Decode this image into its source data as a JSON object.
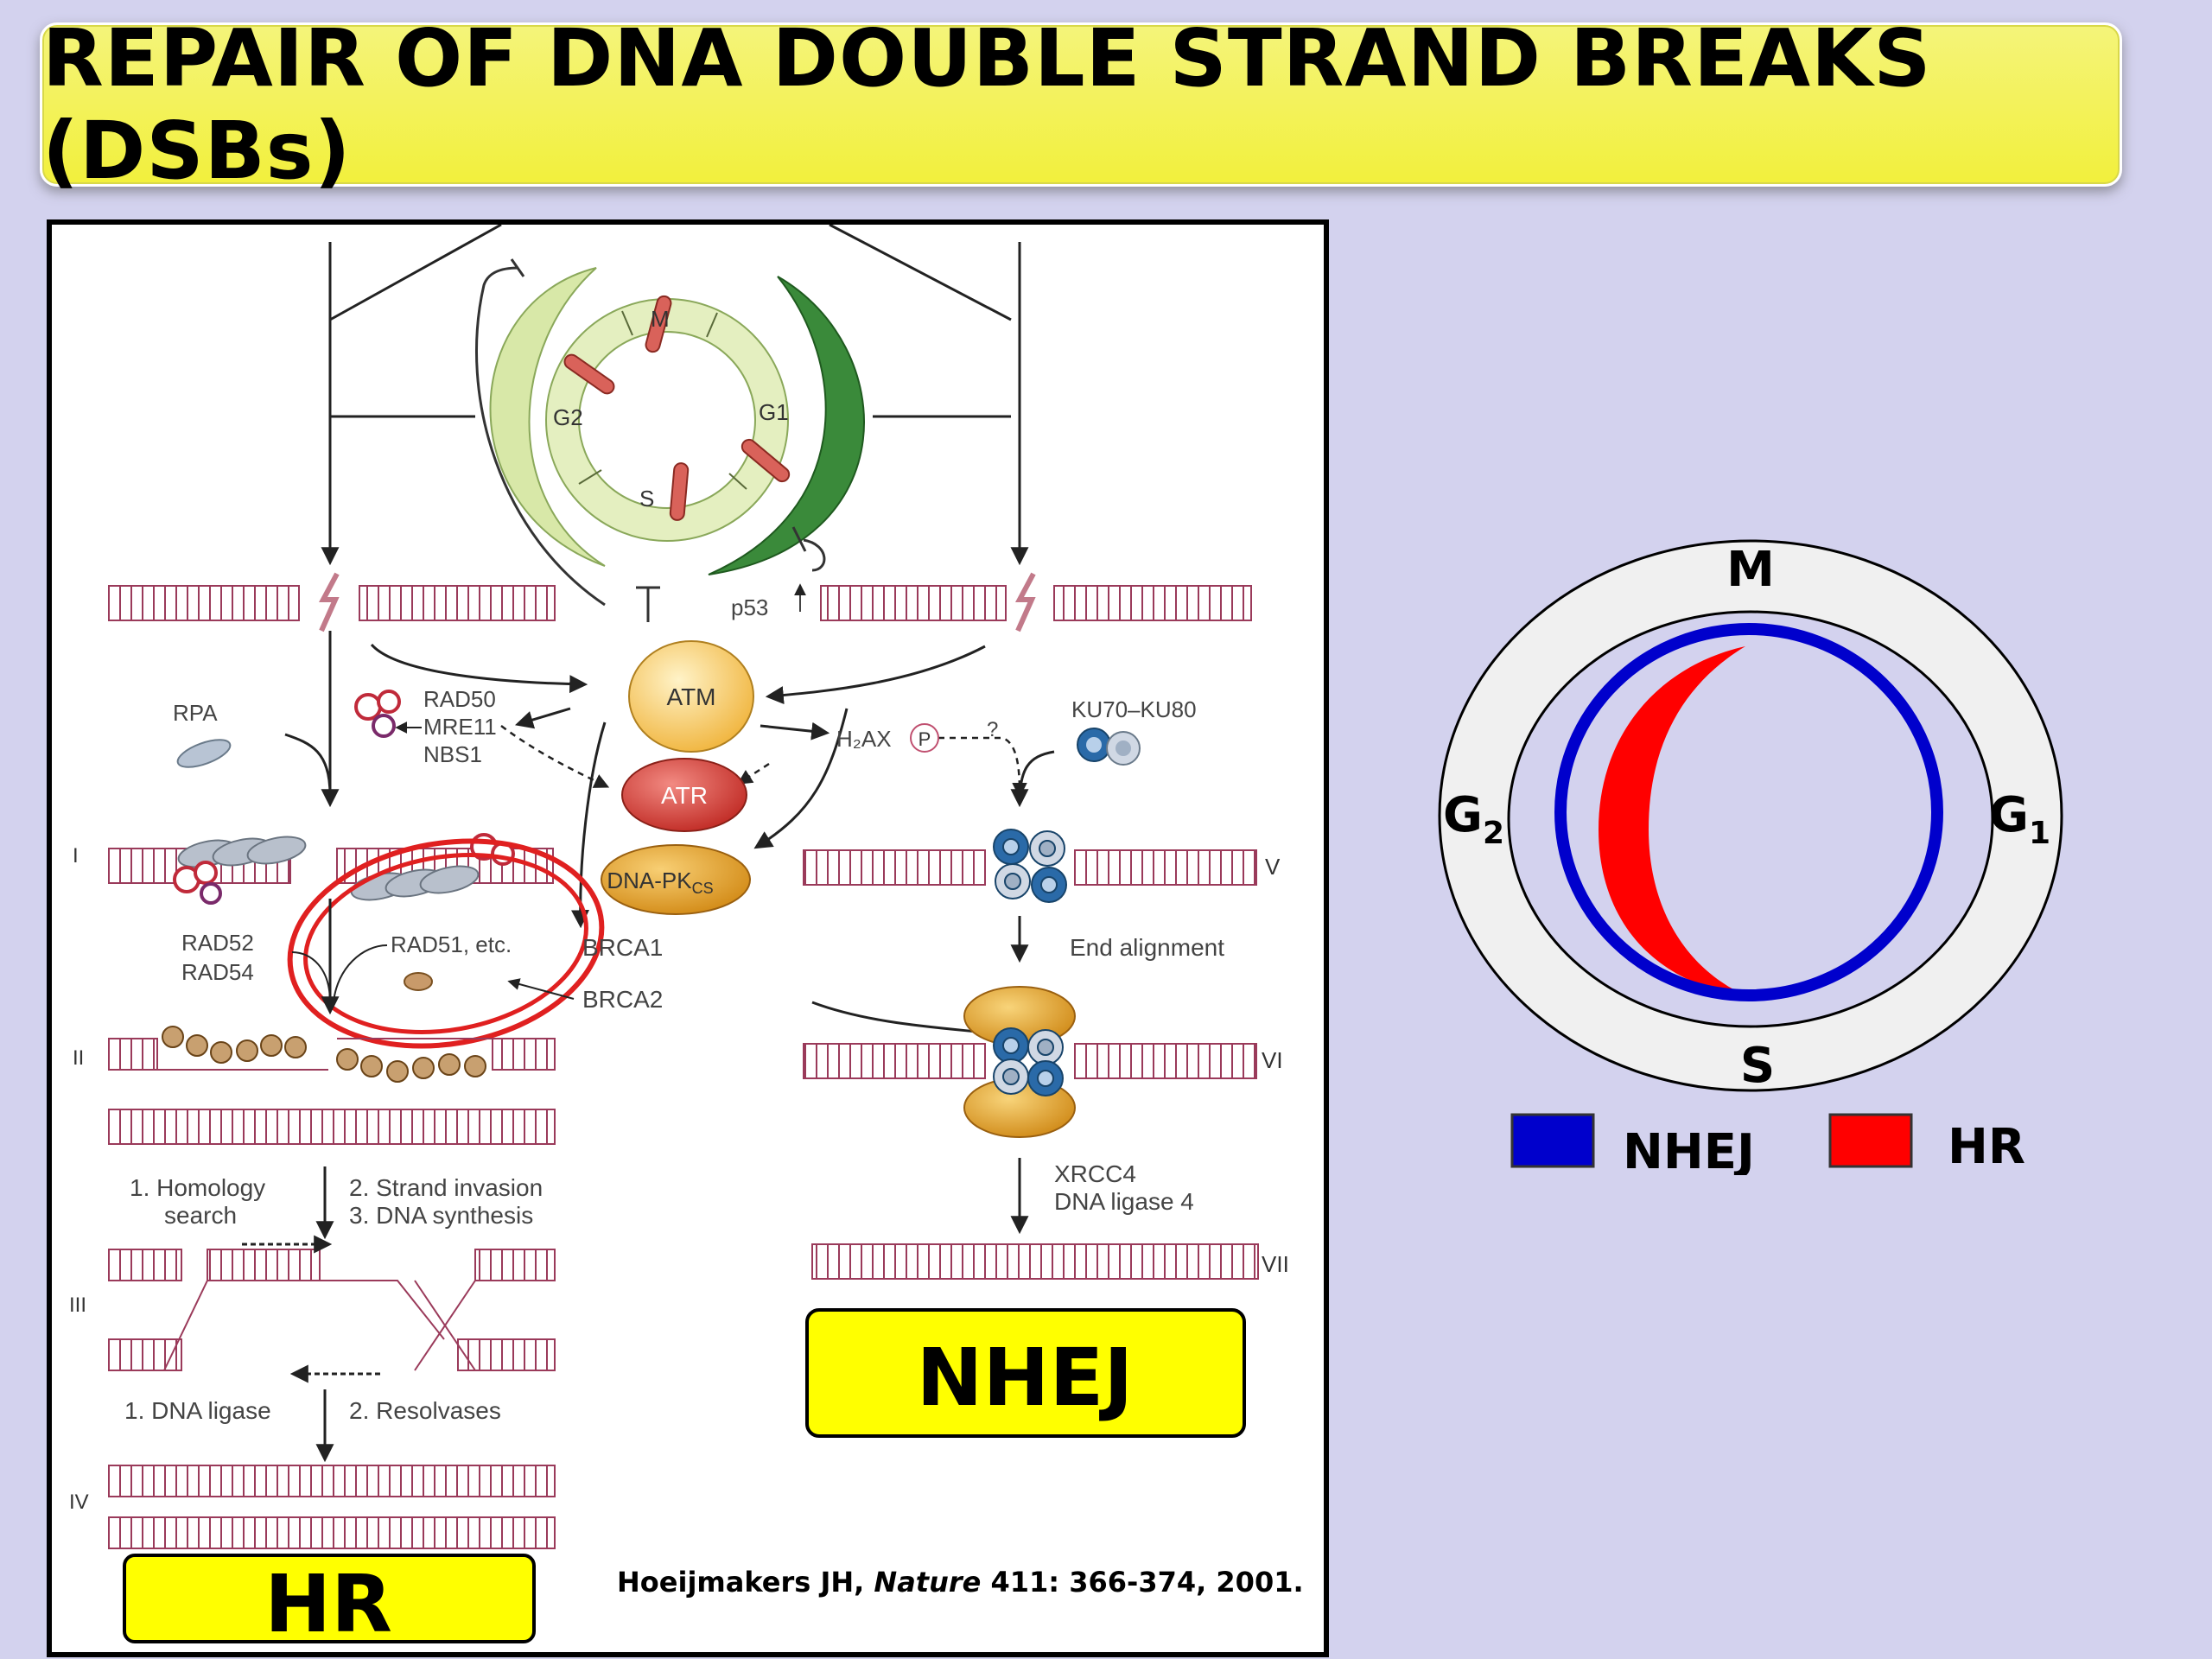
{
  "slide": {
    "title": "REPAIR OF DNA DOUBLE STRAND BREAKS (DSBs)",
    "colors": {
      "background": "#d3d2ee",
      "title_fill": "#f4f462",
      "nhej": "#0000cc",
      "hr": "#ff0000",
      "label_box": "#ffff00"
    }
  },
  "figure": {
    "cycle_phases": {
      "m": "M",
      "g1": "G1",
      "s": "S",
      "g2": "G2"
    },
    "proteins": {
      "p53": "p53",
      "atm": "ATM",
      "atr": "ATR",
      "dna_pk": "DNA-PK",
      "dna_pk_sub": "CS",
      "h2ax": "H₂AX",
      "h2ax_p": "P",
      "question": "?",
      "rpa": "RPA",
      "rad50": "RAD50",
      "mre11": "MRE11",
      "nbs1": "NBS1",
      "ku": "KU70–KU80",
      "rad52": "RAD52",
      "rad54": "RAD54",
      "rad51": "RAD51, etc.",
      "brca1": "BRCA1",
      "brca2": "BRCA2",
      "xrcc4": "XRCC4",
      "ligase4": "DNA ligase 4"
    },
    "steps": {
      "i": "I",
      "ii": "II",
      "iii": "III",
      "iv": "IV",
      "v": "V",
      "vi": "VI",
      "vii": "VII",
      "end_alignment": "End alignment",
      "homology_1": "1. Homology",
      "homology_2": "search",
      "strand_invasion": "2. Strand invasion",
      "dna_synthesis": "3. DNA synthesis",
      "dna_ligase": "1. DNA ligase",
      "resolvases": "2. Resolvases"
    },
    "labels": {
      "hr": "HR",
      "nhej": "NHEJ"
    },
    "citation": {
      "authors": "Hoeijmakers JH, ",
      "journal": "Nature",
      "details": " 411: 366-374, 2001."
    }
  },
  "cycle_diagram": {
    "phases": {
      "m": "M",
      "g": "G",
      "g2_sub": "2",
      "g1_sub": "1",
      "s": "S"
    },
    "legend": [
      {
        "label": "NHEJ",
        "color": "#0000cc"
      },
      {
        "label": "HR",
        "color": "#ff0000"
      }
    ]
  }
}
